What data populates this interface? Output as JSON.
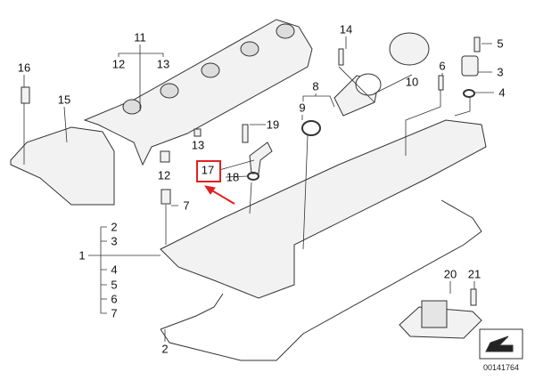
{
  "diagram": {
    "diagram_number": "00141764",
    "highlight_color": "#e02020",
    "highlighted_part": "17",
    "callouts": {
      "c11": "11",
      "c12a": "12",
      "c13a": "13",
      "c16": "16",
      "c15": "15",
      "c14": "14",
      "c10": "10",
      "c5a": "5",
      "c6a": "6",
      "c3a": "3",
      "c4a": "4",
      "c8": "8",
      "c9": "9",
      "c19": "19",
      "c13b": "13",
      "c12b": "12",
      "c17": "17",
      "c18": "18",
      "c7a": "7",
      "c2a": "2",
      "c3b": "3",
      "c1": "1",
      "c4b": "4",
      "c5b": "5",
      "c6b": "6",
      "c7b": "7",
      "c2b": "2",
      "c20": "20",
      "c21": "21"
    }
  }
}
